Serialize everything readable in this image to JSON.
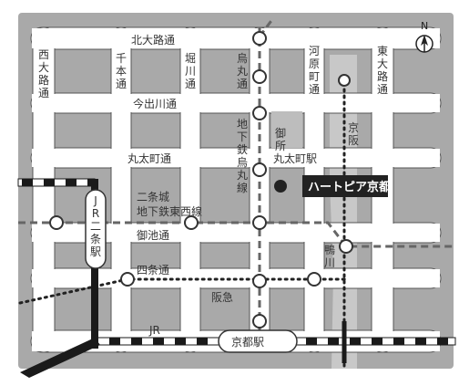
{
  "colors": {
    "background_blocks": "#a9a9a9",
    "street": "#ffffff",
    "street_outline": "#555555",
    "subway_line": "#666666",
    "private_rail": "#222222",
    "jr_line": "#1a1a1a",
    "river": "#c8c8c8",
    "marker": "#222222"
  },
  "compass": {
    "label": "N",
    "icon": "north-arrow-icon"
  },
  "streets": {
    "kita_oji": "北大路通",
    "nishi_oji": "西大路通",
    "senbon": "千本通",
    "horikawa": "堀川通",
    "karasuma": "烏丸通",
    "kawaramachi": "河原町通",
    "higashi_oji": "東大路通",
    "imadegawa": "今出川通",
    "marutamachi": "丸太町通",
    "oike": "御池通",
    "shijo": "四条通"
  },
  "places": {
    "gosho": "御所",
    "nijo_castle": "二条城",
    "kamogawa": "鴨川"
  },
  "lines": {
    "subway_karasuma": "地下鉄烏丸線",
    "subway_tozai": "地下鉄東西線",
    "keihan": "京阪",
    "hankyu": "阪急",
    "jr": "JR"
  },
  "stations": {
    "marutamachi_station": "丸太町駅",
    "jr_nijo_station": "JR二条駅",
    "kyoto_station": "京都駅"
  },
  "destination": {
    "label": "ハートピア京都"
  }
}
